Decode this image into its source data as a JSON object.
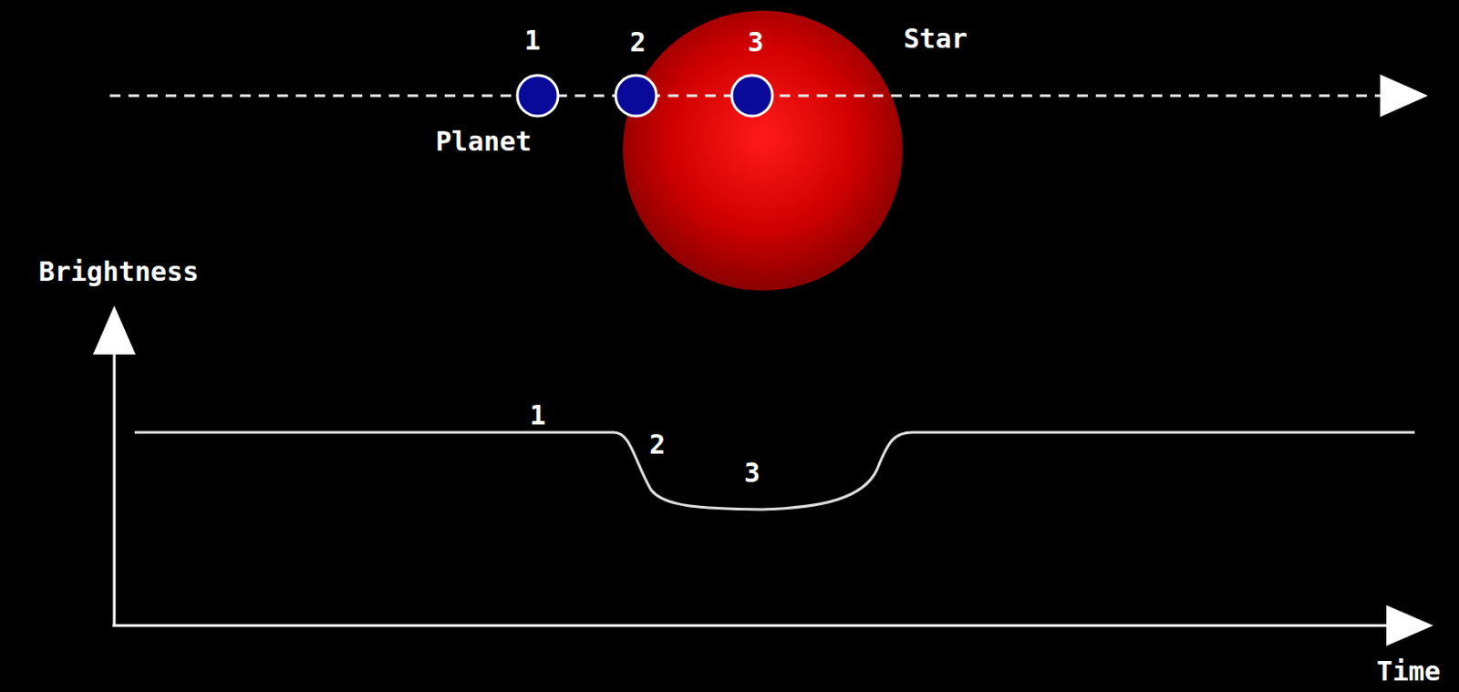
{
  "diagram": {
    "labels": [
      "1",
      "2",
      "3",
      "Star",
      "Planet",
      "Brightness",
      "1",
      "2",
      "3",
      "Time"
    ]
  }
}
